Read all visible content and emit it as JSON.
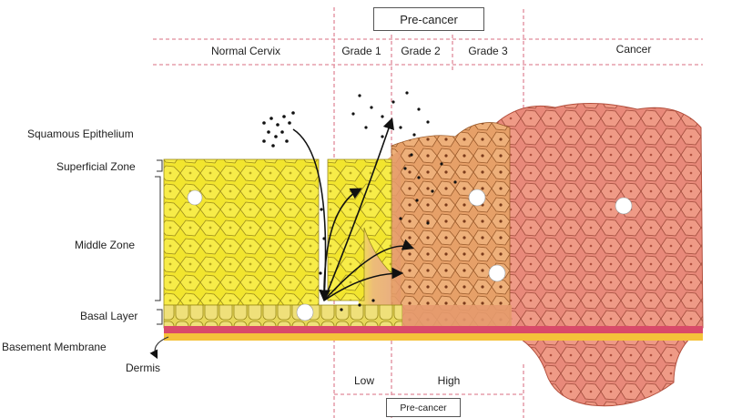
{
  "header": {
    "precancer_top": "Pre-cancer",
    "normal": "Normal Cervix",
    "grade1": "Grade 1",
    "grade2": "Grade 2",
    "grade3": "Grade 3",
    "cancer": "Cancer"
  },
  "layers": {
    "squamous": "Squamous Epithelium",
    "superficial": "Superficial Zone",
    "middle": "Middle Zone",
    "basal": "Basal Layer",
    "membrane": "Basement Membrane",
    "dermis": "Dermis"
  },
  "risk": {
    "low": "Low",
    "high": "High",
    "precancer_bottom": "Pre-cancer"
  },
  "colors": {
    "normal_cell": "#f2e52e",
    "grade_cell": "#e9a56b",
    "cancer_cell": "#e88a76",
    "membrane": "#d94a6a",
    "dashed": "#e08a9a"
  }
}
